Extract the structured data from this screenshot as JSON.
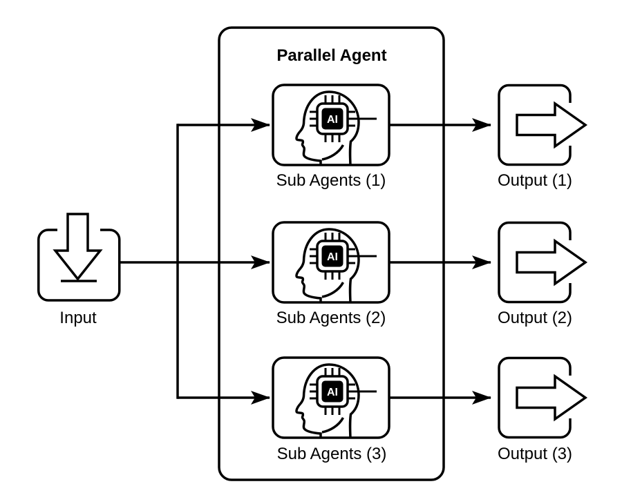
{
  "diagram": {
    "title": "Parallel Agent",
    "input": {
      "label": "Input"
    },
    "sub_agents": [
      {
        "label": "Sub Agents (1)"
      },
      {
        "label": "Sub Agents (2)"
      },
      {
        "label": "Sub Agents (3)"
      }
    ],
    "outputs": [
      {
        "label": "Output (1)"
      },
      {
        "label": "Output (2)"
      },
      {
        "label": "Output (3)"
      }
    ],
    "chip_text": "AI",
    "colors": {
      "line": "#000000",
      "background": "#ffffff",
      "chip_fill": "#000000",
      "chip_text_color": "#ffffff"
    }
  }
}
